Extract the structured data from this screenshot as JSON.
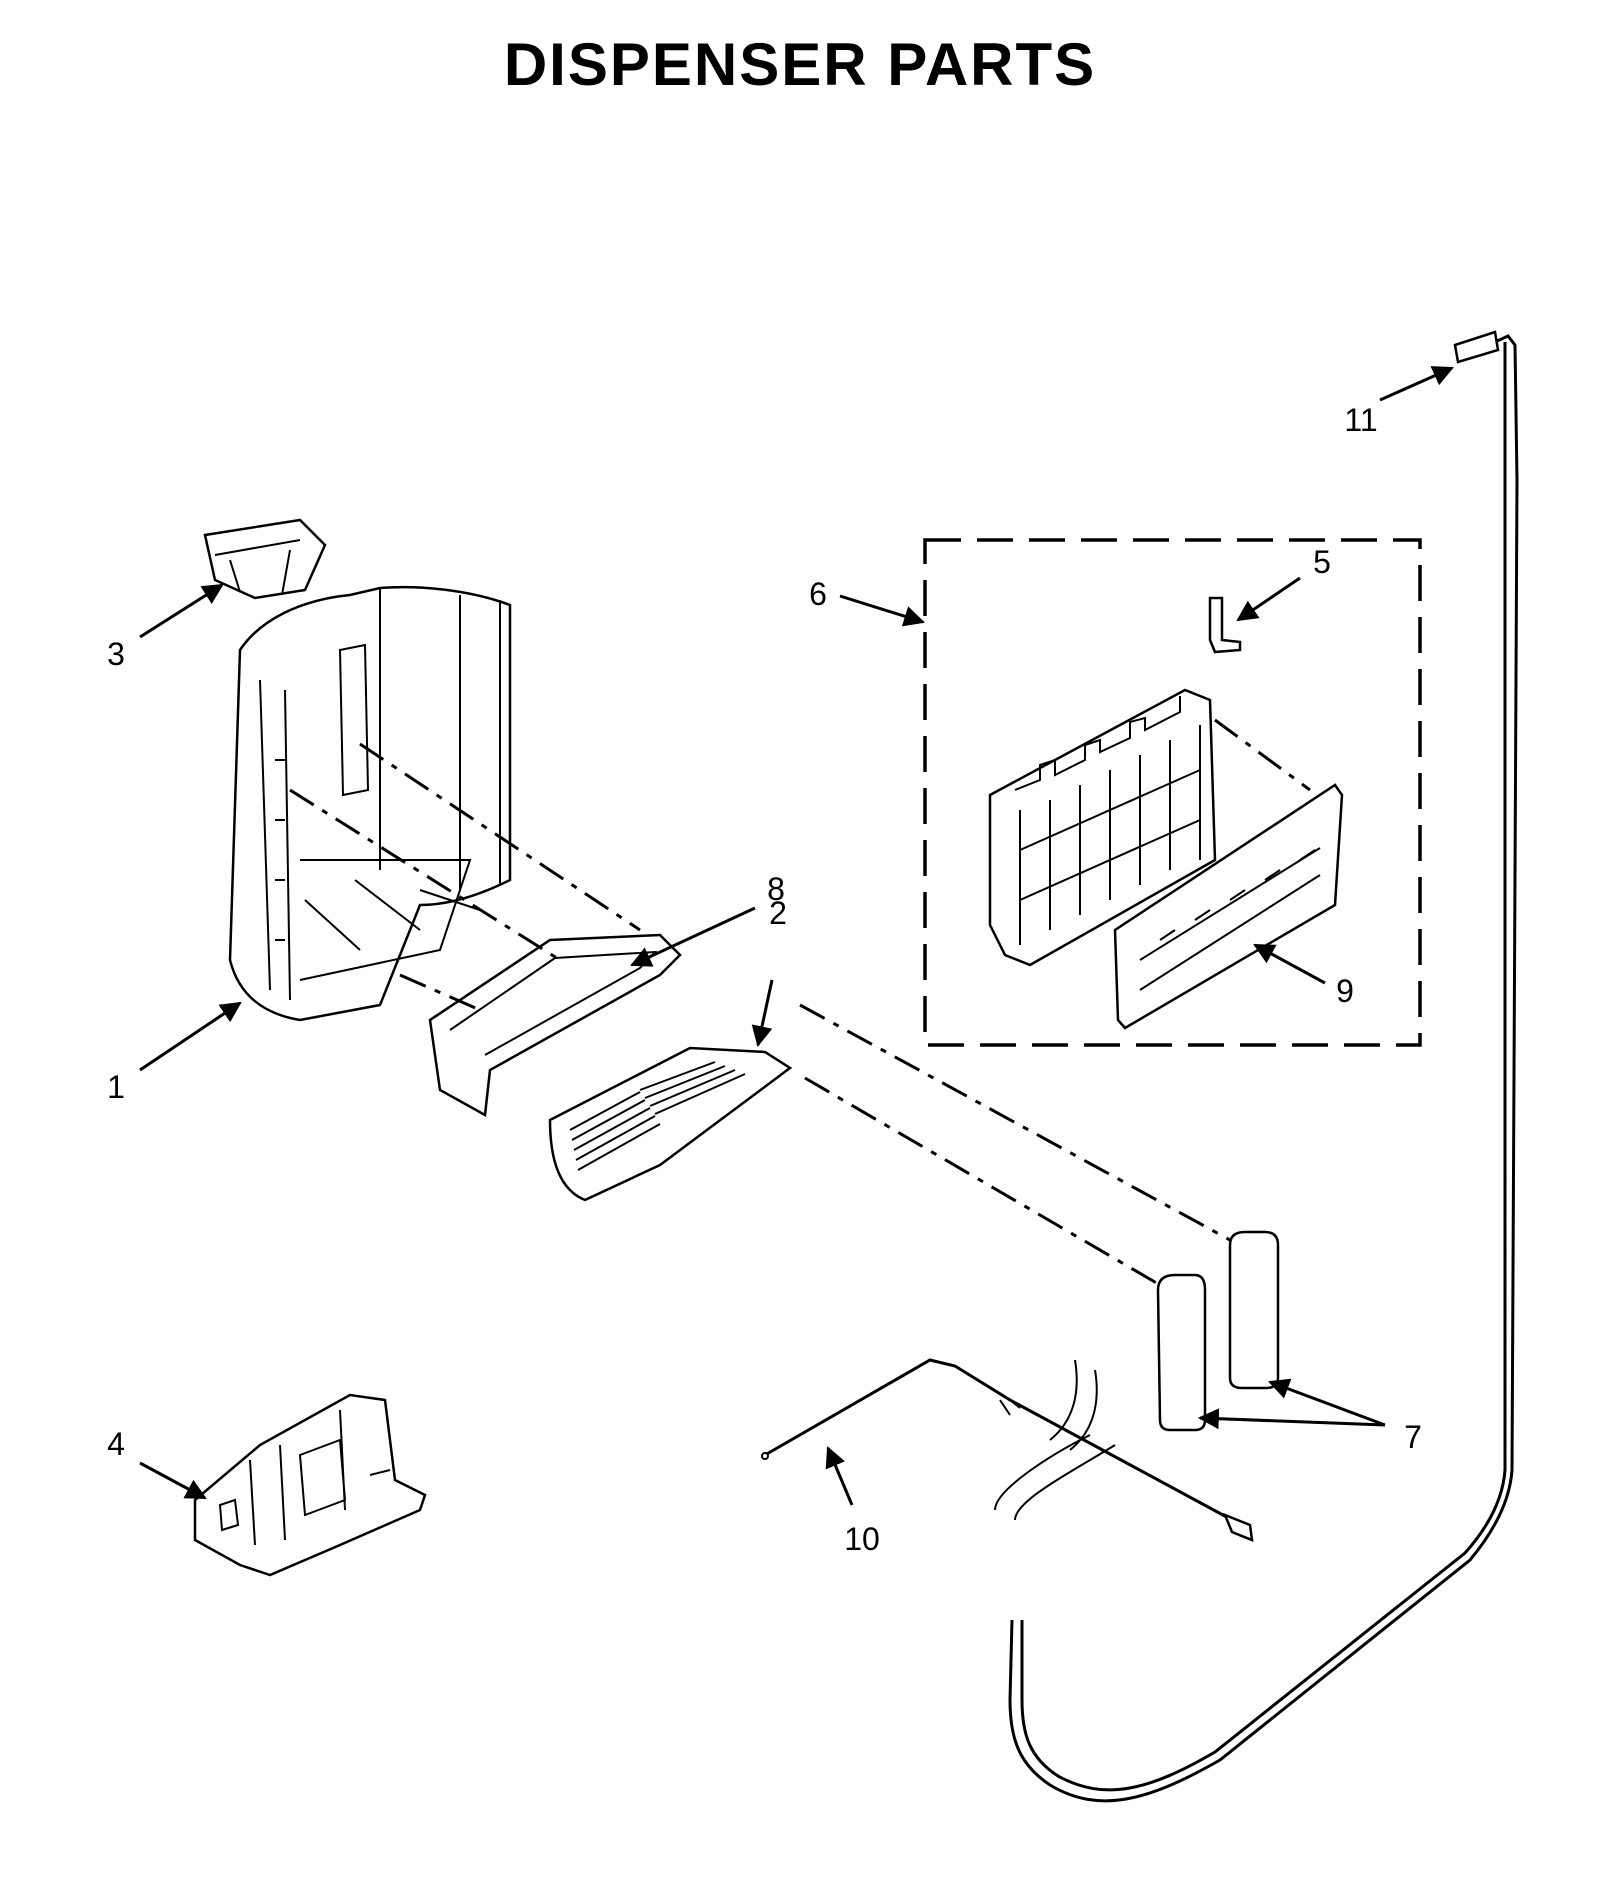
{
  "title": "DISPENSER PARTS",
  "callouts": [
    {
      "id": "1",
      "label": "1"
    },
    {
      "id": "2",
      "label": "2"
    },
    {
      "id": "3",
      "label": "3"
    },
    {
      "id": "4",
      "label": "4"
    },
    {
      "id": "5",
      "label": "5"
    },
    {
      "id": "6",
      "label": "6"
    },
    {
      "id": "7",
      "label": "7"
    },
    {
      "id": "8",
      "label": "8"
    },
    {
      "id": "9",
      "label": "9"
    },
    {
      "id": "10",
      "label": "10"
    },
    {
      "id": "11",
      "label": "11"
    }
  ]
}
